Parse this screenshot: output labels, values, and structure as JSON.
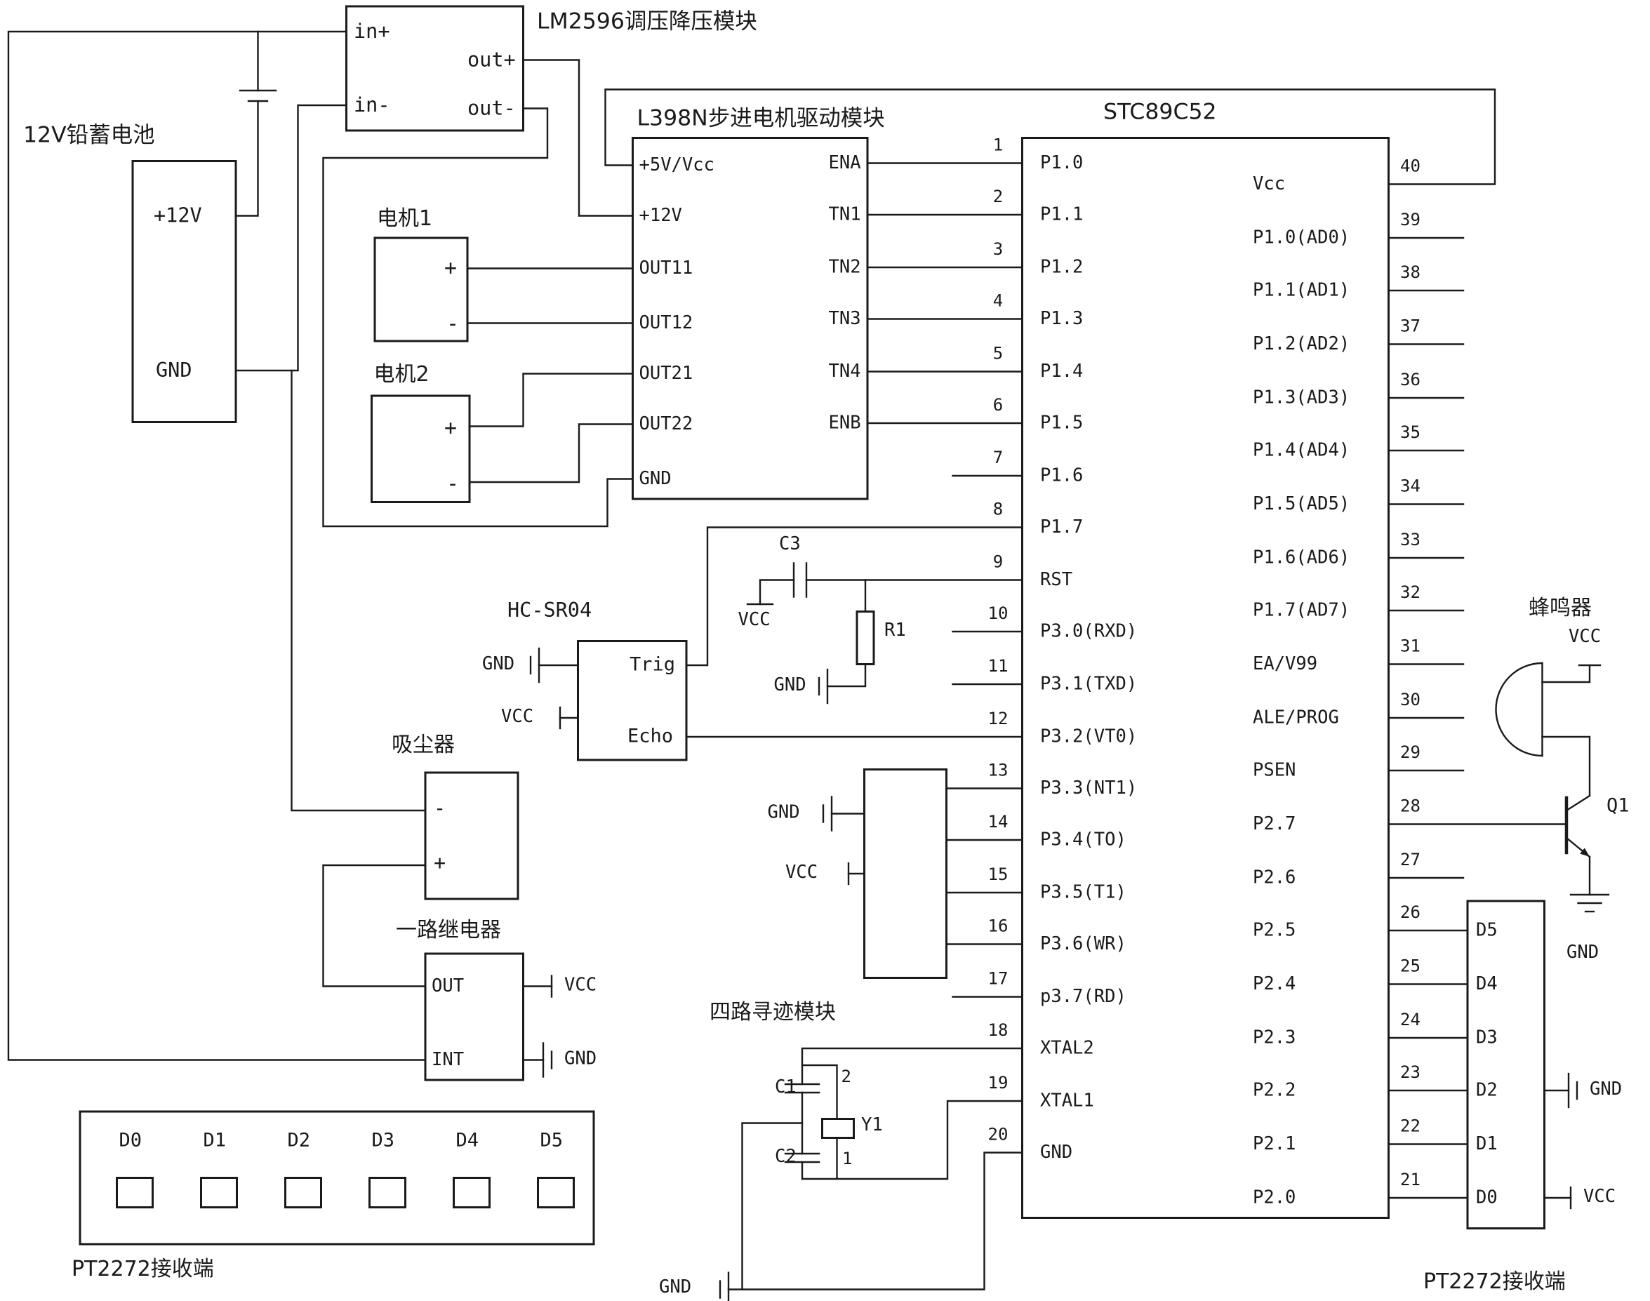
{
  "power": {
    "battery_title": "12V铅蓄电池",
    "plus12v": "+12V",
    "gnd": "GND",
    "lm2596_title": "LM2596调压降压模块",
    "in_plus": "in+",
    "in_minus": "in-",
    "out_plus": "out+",
    "out_minus": "out-"
  },
  "motor1": {
    "title": "电机1",
    "plus": "+",
    "minus": "-"
  },
  "motor2": {
    "title": "电机2",
    "plus": "+",
    "minus": "-"
  },
  "driver": {
    "title": "L398N步进电机驱动模块",
    "left_pins": [
      "+5V/Vcc",
      "+12V",
      "OUT11",
      "OUT12",
      "OUT21",
      "OUT22",
      "GND"
    ],
    "right_pins": [
      "ENA",
      "TN1",
      "TN2",
      "TN3",
      "TN4",
      "ENB"
    ]
  },
  "mcu": {
    "title": "STC89C52",
    "left_pins": [
      {
        "n": "1",
        "l": "P1.0"
      },
      {
        "n": "2",
        "l": "P1.1"
      },
      {
        "n": "3",
        "l": "P1.2"
      },
      {
        "n": "4",
        "l": "P1.3"
      },
      {
        "n": "5",
        "l": "P1.4"
      },
      {
        "n": "6",
        "l": "P1.5"
      },
      {
        "n": "7",
        "l": "P1.6"
      },
      {
        "n": "8",
        "l": "P1.7"
      },
      {
        "n": "9",
        "l": "RST"
      },
      {
        "n": "10",
        "l": "P3.0(RXD)"
      },
      {
        "n": "11",
        "l": "P3.1(TXD)"
      },
      {
        "n": "12",
        "l": "P3.2(VT0)"
      },
      {
        "n": "13",
        "l": "P3.3(NT1)"
      },
      {
        "n": "14",
        "l": "P3.4(TO)"
      },
      {
        "n": "15",
        "l": "P3.5(T1)"
      },
      {
        "n": "16",
        "l": "P3.6(WR)"
      },
      {
        "n": "17",
        "l": "p3.7(RD)"
      },
      {
        "n": "18",
        "l": "XTAL2"
      },
      {
        "n": "19",
        "l": "XTAL1"
      },
      {
        "n": "20",
        "l": "GND"
      }
    ],
    "right_pins": [
      {
        "n": "40",
        "l": "Vcc"
      },
      {
        "n": "39",
        "l": "P1.0(AD0)"
      },
      {
        "n": "38",
        "l": "P1.1(AD1)"
      },
      {
        "n": "37",
        "l": "P1.2(AD2)"
      },
      {
        "n": "36",
        "l": "P1.3(AD3)"
      },
      {
        "n": "35",
        "l": "P1.4(AD4)"
      },
      {
        "n": "34",
        "l": "P1.5(AD5)"
      },
      {
        "n": "33",
        "l": "P1.6(AD6)"
      },
      {
        "n": "32",
        "l": "P1.7(AD7)"
      },
      {
        "n": "31",
        "l": "EA/V99"
      },
      {
        "n": "30",
        "l": "ALE/PROG"
      },
      {
        "n": "29",
        "l": "PSEN"
      },
      {
        "n": "28",
        "l": "P2.7"
      },
      {
        "n": "27",
        "l": "P2.6"
      },
      {
        "n": "26",
        "l": "P2.5"
      },
      {
        "n": "25",
        "l": "P2.4"
      },
      {
        "n": "24",
        "l": "P2.3"
      },
      {
        "n": "23",
        "l": "P2.2"
      },
      {
        "n": "22",
        "l": "P2.1"
      },
      {
        "n": "21",
        "l": "P2.0"
      }
    ]
  },
  "ultrasonic": {
    "title": "HC-SR04",
    "trig": "Trig",
    "echo": "Echo",
    "gnd": "GND",
    "vcc": "VCC"
  },
  "reset": {
    "c3": "C3",
    "r1": "R1",
    "vcc": "VCC",
    "gnd": "GND"
  },
  "vacuum": {
    "title": "吸尘器",
    "minus": "-",
    "plus": "+"
  },
  "relay": {
    "title": "一路继电器",
    "out": "OUT",
    "int": "INT",
    "vcc": "VCC",
    "gnd": "GND"
  },
  "tracking": {
    "title": "四路寻迹模块",
    "gnd": "GND",
    "vcc": "VCC"
  },
  "crystal": {
    "c1": "C1",
    "c2": "C2",
    "y1": "Y1",
    "p2": "2",
    "p1": "1",
    "gnd": "GND"
  },
  "buzzer": {
    "title": "蜂鸣器",
    "vcc": "VCC",
    "q1": "Q1",
    "gnd": "GND"
  },
  "receiver_left": {
    "title": "PT2272接收端",
    "channels": [
      "D0",
      "D1",
      "D2",
      "D3",
      "D4",
      "D5"
    ]
  },
  "receiver_right": {
    "title": "PT2272接收端",
    "channels": [
      "D5",
      "D4",
      "D3",
      "D2",
      "D1",
      "D0"
    ],
    "gnd": "GND",
    "vcc": "VCC"
  }
}
